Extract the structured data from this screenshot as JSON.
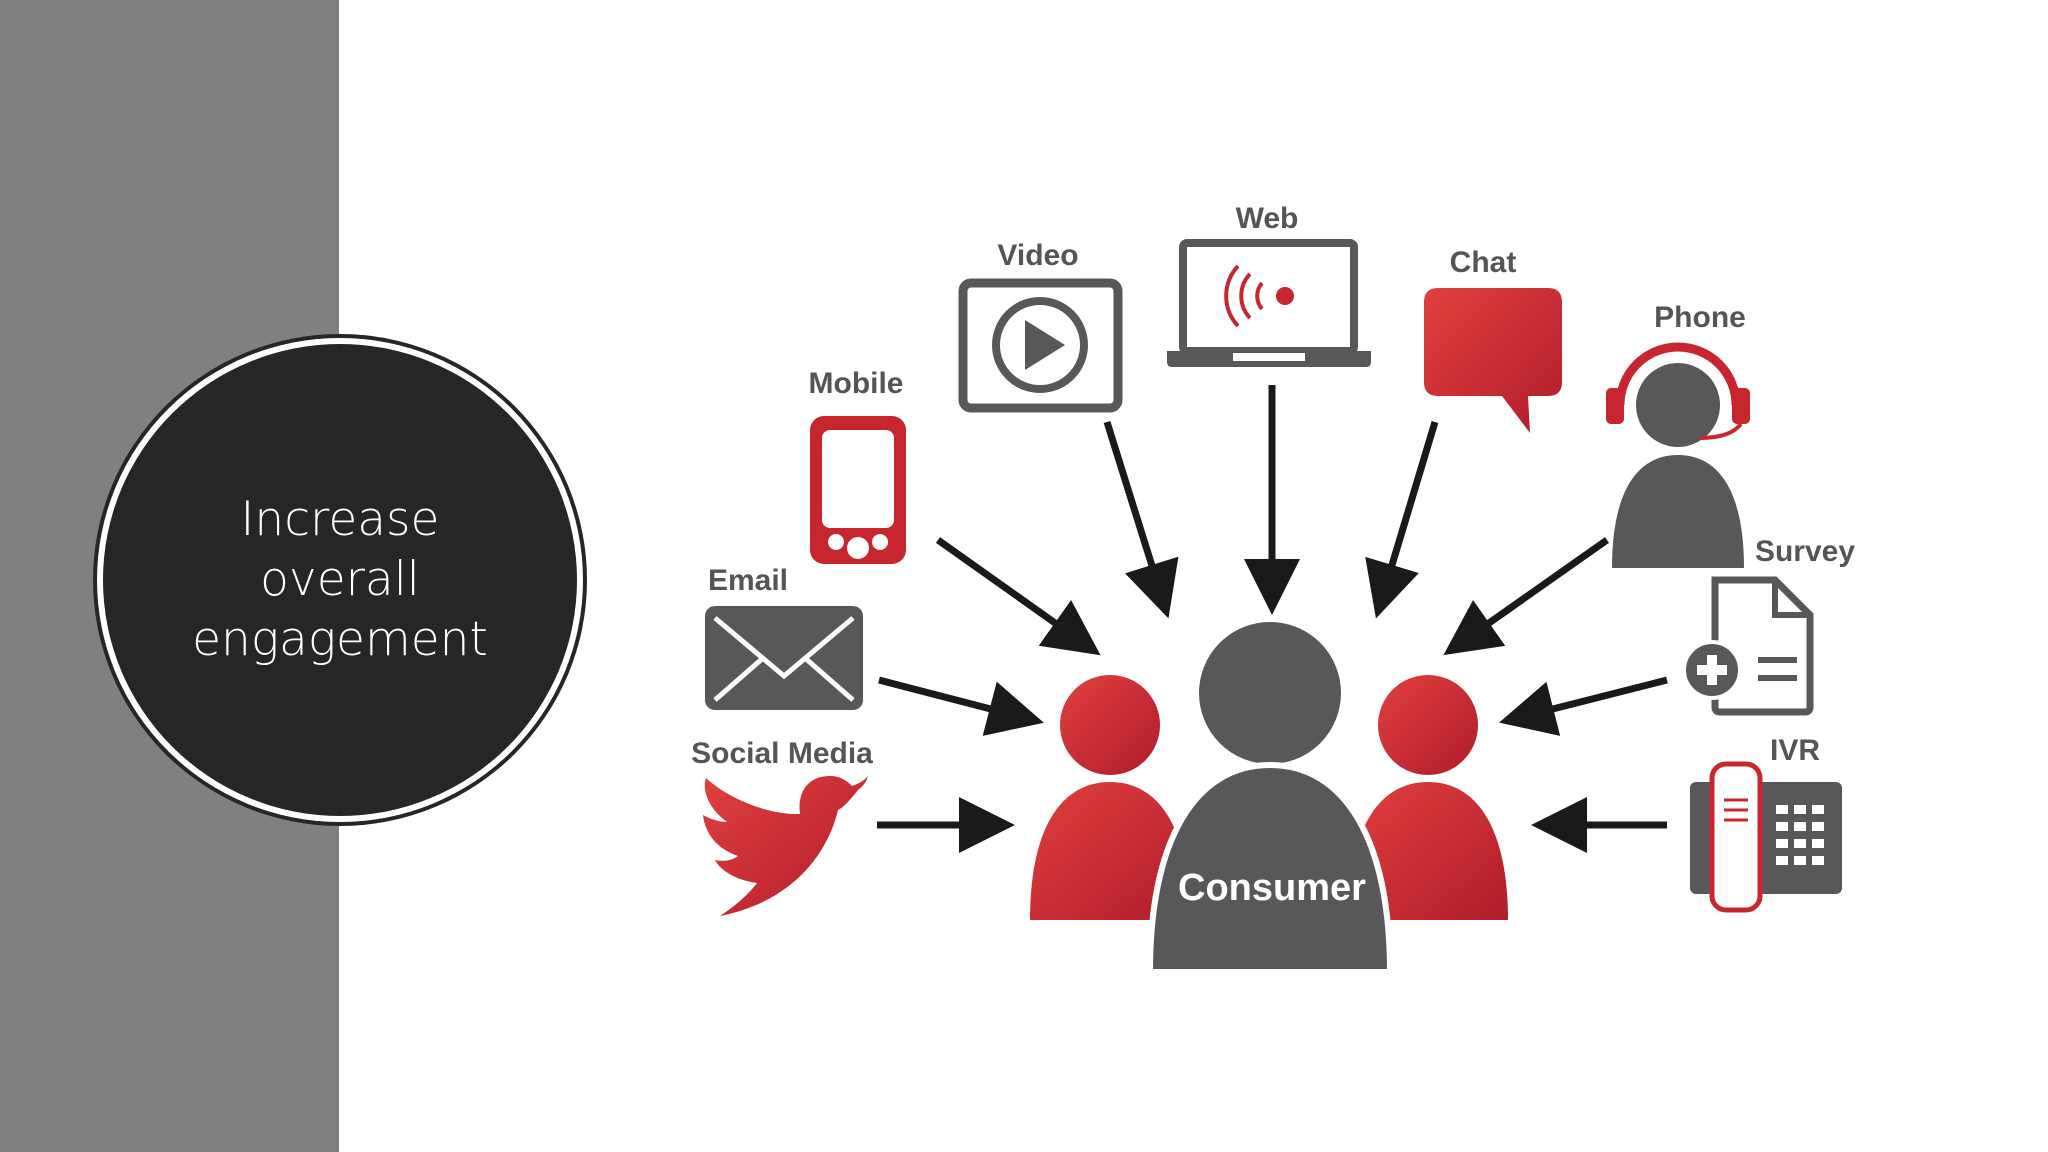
{
  "slide": {
    "title": "Increase overall engagement",
    "sidebar_color": "#808080",
    "circle_color": "#262626"
  },
  "diagram": {
    "center_label": "Consumer",
    "channels": [
      {
        "label": "Mobile",
        "icon": "mobile-phone-icon"
      },
      {
        "label": "Video",
        "icon": "play-video-icon"
      },
      {
        "label": "Web",
        "icon": "laptop-wifi-icon"
      },
      {
        "label": "Chat",
        "icon": "speech-bubble-icon"
      },
      {
        "label": "Phone",
        "icon": "headset-agent-icon"
      },
      {
        "label": "Survey",
        "icon": "document-plus-icon"
      },
      {
        "label": "IVR",
        "icon": "desk-phone-icon"
      },
      {
        "label": "Email",
        "icon": "envelope-icon"
      },
      {
        "label": "Social Media",
        "icon": "twitter-bird-icon"
      }
    ],
    "colors": {
      "red": "#c8262e",
      "gray": "#58585b",
      "arrow": "#1a1a1a"
    }
  }
}
